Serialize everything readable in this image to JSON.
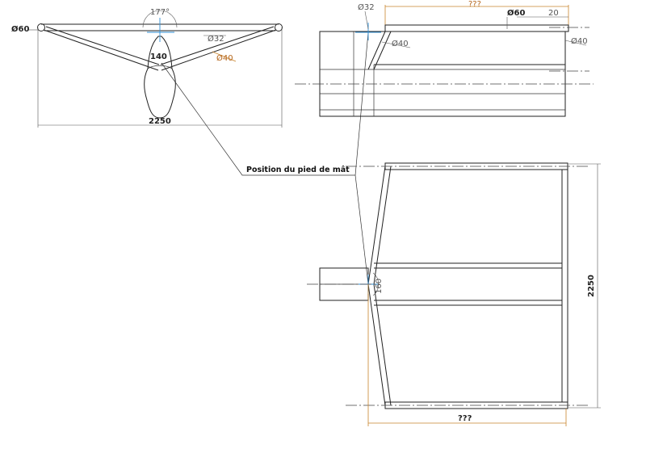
{
  "front_view": {
    "dia_tube_end": "Ø60",
    "angle": "177°",
    "dia_32": "Ø32",
    "dia_40": "Ø40",
    "width_140": "140",
    "overall_width": "2250"
  },
  "side_view": {
    "dia_32": "Ø32",
    "length_unknown": "???",
    "dia_60": "Ø60",
    "offset_20": "20",
    "dia_40_left": "Ø40",
    "dia_40_right": "Ø40"
  },
  "callout": {
    "mast_foot_position": "Position du pied de mât"
  },
  "top_view": {
    "radius_160": "160",
    "overall_height": "2250",
    "length_unknown": "???"
  },
  "colors": {
    "line": "#222222",
    "dimension": "#555555",
    "orange_accent": "#c8842c",
    "axis_blue": "#2e8fd6"
  }
}
